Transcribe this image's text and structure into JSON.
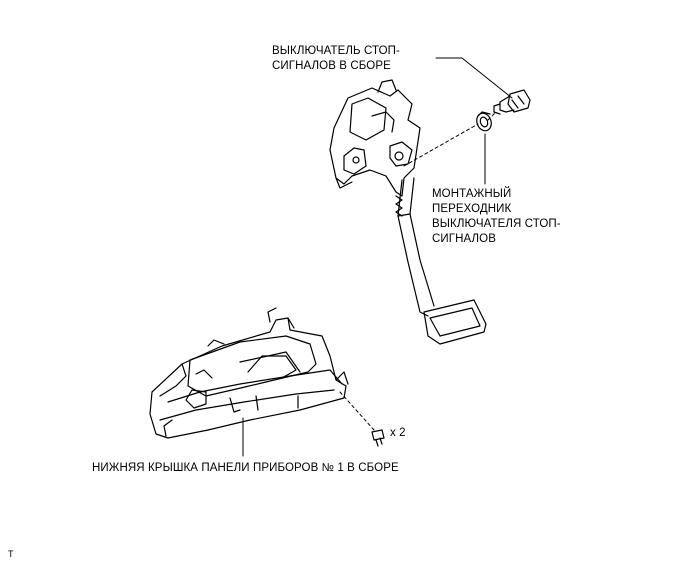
{
  "labels": {
    "stop_switch": "ВЫКЛЮЧАТЕЛЬ СТОП-\nСИГНАЛОВ В СБОРЕ",
    "mounting_adapter": "МОНТАЖНЫЙ\nПЕРЕХОДНИК\nВЫКЛЮЧАТЕЛЯ СТОП-\nСИГНАЛОВ",
    "lower_cover": "НИЖНЯЯ КРЫШКА ПАНЕЛИ ПРИБОРОВ № 1 В СБОРЕ",
    "quantity": "x 2",
    "code": "T"
  }
}
